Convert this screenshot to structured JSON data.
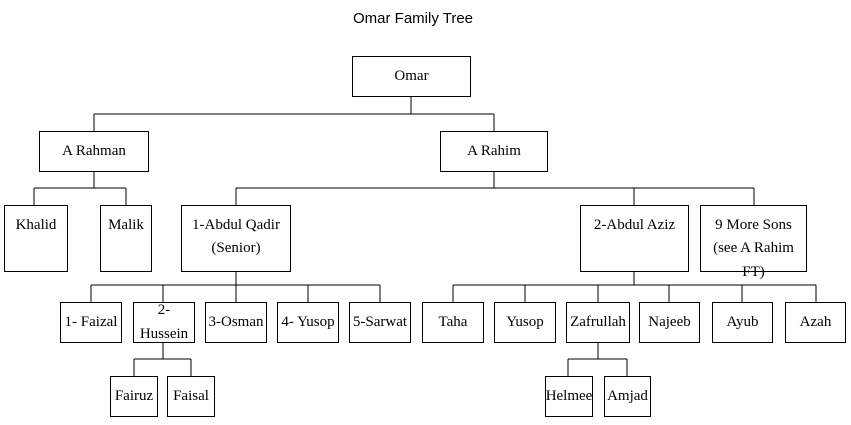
{
  "title": "Omar Family Tree",
  "nodes": {
    "omar": "Omar",
    "a_rahman": "A Rahman",
    "a_rahim": "A Rahim",
    "khalid": "Khalid",
    "malik": "Malik",
    "abdul_qadir": {
      "line1": "1-Abdul Qadir",
      "line2": "(Senior)"
    },
    "abdul_aziz": "2-Abdul Aziz",
    "more_sons": {
      "line1": "9 More Sons",
      "line2": "(see A Rahim FT)"
    },
    "faizal": "1- Faizal",
    "hussein": "2-Hussein",
    "osman": "3-Osman",
    "yusop_q": "4- Yusop",
    "sarwat": "5-Sarwat",
    "taha": "Taha",
    "yusop_a": "Yusop",
    "zafrullah": "Zafrullah",
    "najeeb": "Najeeb",
    "ayub": "Ayub",
    "azah": "Azah",
    "fairuz": "Fairuz",
    "faisal": "Faisal",
    "helmee": "Helmee",
    "amjad": "Amjad"
  }
}
